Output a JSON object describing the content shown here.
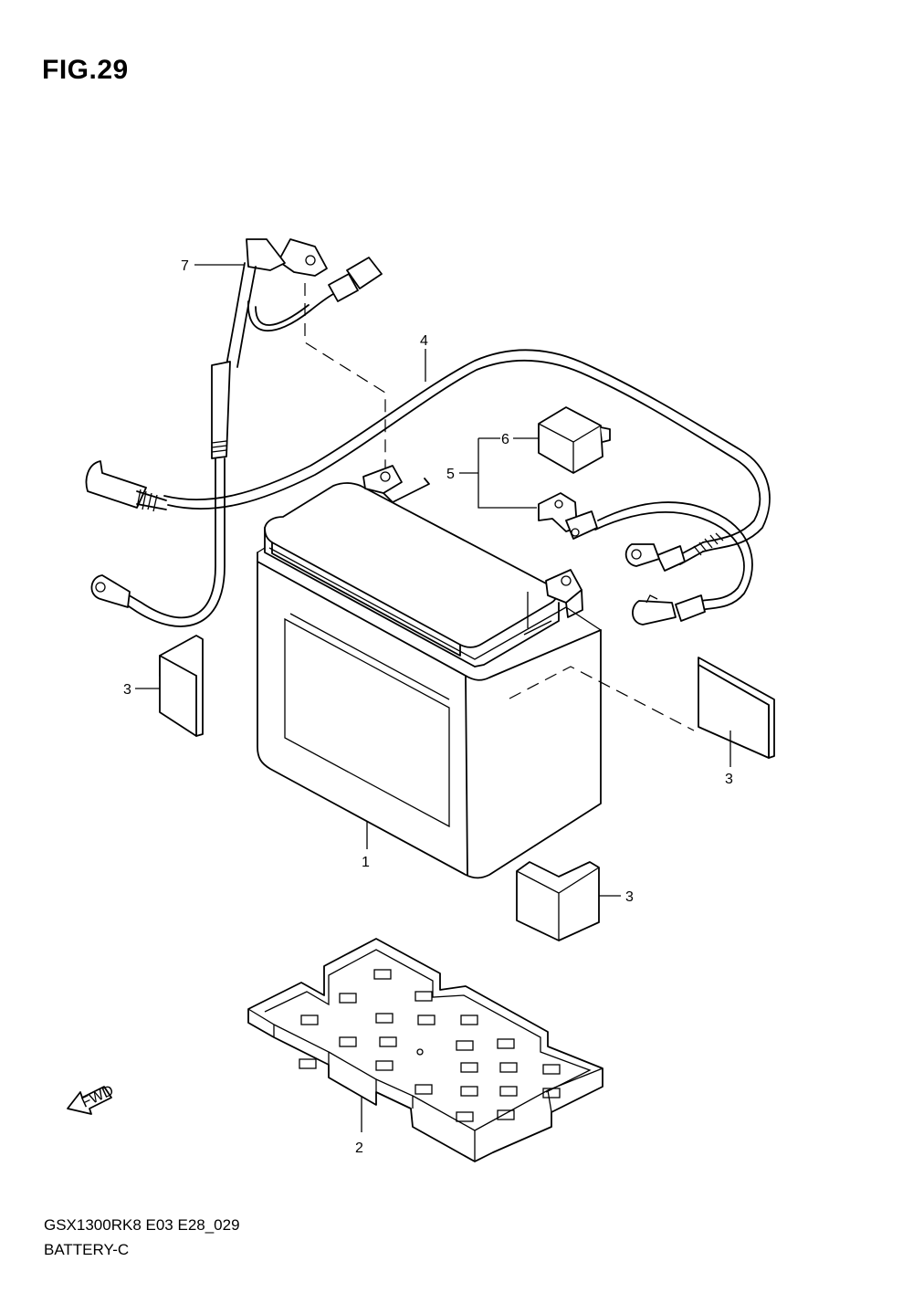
{
  "figure": {
    "title": "FIG.29",
    "model_code": "GSX1300RK8 E03 E28_029",
    "section_name": "BATTERY-C"
  },
  "callouts": [
    {
      "id": "battery",
      "number": "1"
    },
    {
      "id": "battery-tray",
      "number": "2"
    },
    {
      "id": "cushion-left",
      "number": "3"
    },
    {
      "id": "cushion-right",
      "number": "3"
    },
    {
      "id": "cushion-bottom",
      "number": "3"
    },
    {
      "id": "lead-wire",
      "number": "4"
    },
    {
      "id": "terminal-set",
      "number": "5"
    },
    {
      "id": "terminal-cover",
      "number": "6"
    },
    {
      "id": "starter-relay-lead",
      "number": "7"
    }
  ],
  "direction_indicator": "FWD",
  "colors": {
    "line": "#000000",
    "background": "#ffffff"
  }
}
